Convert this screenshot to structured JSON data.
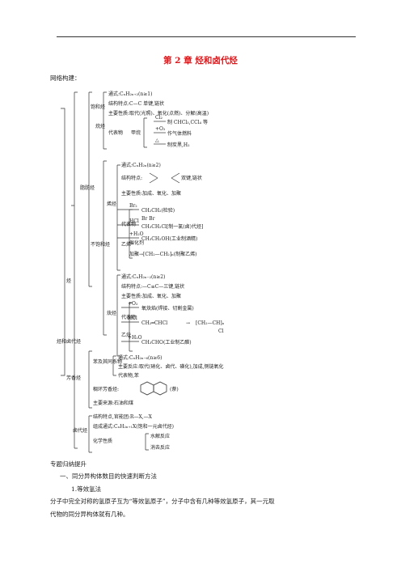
{
  "header": {
    "title": "第 2 章  烃和卤代烃",
    "intro": "网络构建："
  },
  "diagram": {
    "root": "烃",
    "root_full": "烃和卤代烃",
    "level1": [
      "脂肪烃",
      "芳香烃",
      "卤代烃"
    ],
    "level2": [
      "饱和烃",
      "不饱和烃"
    ],
    "level3": [
      "烷烃",
      "烯烃",
      "炔烃"
    ],
    "alkane": {
      "formula": "通式:CₙH₂ₙ₊₂(n≥1)",
      "structure": "结构特点:C—C 单键,链状",
      "property": "主要性质:取代(光照)、氧化(点燃)、分解(高温)",
      "rep_label": "代表物",
      "methane": "甲烷",
      "cl2": "Cl₂",
      "p1": "制 CHCl₃,CCl₄ 等",
      "o2": "+O₂",
      "p2": "作气体燃料",
      "heat": "△",
      "p3": "制炭黑,H₂"
    },
    "alkene": {
      "formula": "通式:CₙH₂ₙ(n≥2)",
      "structure_a": "结构特点:",
      "structure_b": "双键,链状",
      "property": "主要性质:加成、氧化、加聚",
      "rep_label": "代表物",
      "ethylene": "乙烯",
      "br2": "Br₂",
      "p1": "CH₂CH₂(检验)",
      "br_sub": "Br    Br",
      "hcl": "HCl",
      "p2": "CH₃CH₂Cl[制一氯(卤)代烃]",
      "h2o": "+H₂O",
      "cat": "催化剂",
      "p3": "CH₃CH₂OH(工业制酒精)",
      "p4": "加聚→[CH₂—CH₂]ₙ(制聚乙烯)"
    },
    "alkyne": {
      "formula": "通式:CₙH₂ₙ₋₂(n≥2)",
      "structure": "结构特点:—C≡C—三键,链状",
      "property": "主要性质:加成、氧化、加聚",
      "rep_label": "代表物",
      "acetylene": "乙炔",
      "o2": "+O₂",
      "p1": "氧炔焰(焊接、切割金属)",
      "hcl": "HCl",
      "p2": "CH₂═CHCl",
      "arrow2": "→",
      "p2b": "[CH₂—CH]ₙ",
      "cl": "Cl",
      "h2o": "+H₂O",
      "p3": "CH₃CHO(工业制乙醛)"
    },
    "aromatic": {
      "group_label": "苯及其同系物",
      "formula": "通式:CₙH₂ₙ₋₆(n≥6)",
      "reactions": "主要反应:取代(硝化、卤代、磺化),加成,侧链氧化",
      "rep": "代表物,苯",
      "fused_label": "稠环芳香烃:",
      "naphthalene": "(萘)",
      "source": "主要来源:石油和煤"
    },
    "halide": {
      "structure": "结构特点,官能团:R—X,—X",
      "formula": "组成通式:CₙH₂ₙ₊₁X(饱和一元卤代烃)",
      "chem_label": "化学性质",
      "r1": "水解反应",
      "r2": "消去反应"
    }
  },
  "body": {
    "h1": "专题归纳提升",
    "h2": "一、同分异构体数目的快速判断方法",
    "h3": "1.等效氢法",
    "para_line1": "分子中完全对称的氢原子互为“等效氢原子”，分子中含有几种等效氢原子，其一元取",
    "para_line2": "代物的同分异构体就有几种。"
  }
}
